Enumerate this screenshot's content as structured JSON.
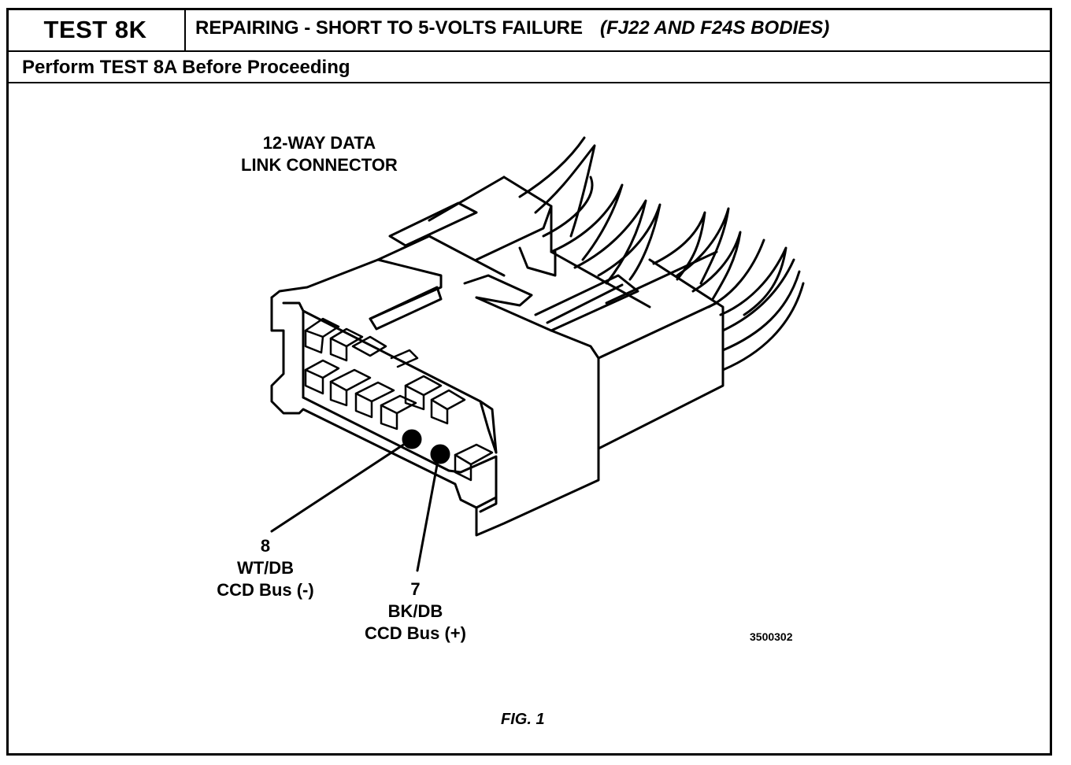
{
  "header": {
    "test_id": "TEST 8K",
    "title": "REPAIRING - SHORT TO 5-VOLTS FAILURE",
    "bodies": "(FJ22 AND F24S BODIES)",
    "prerequisite": "Perform TEST 8A Before Proceeding"
  },
  "figure": {
    "connector_label_line1": "12-WAY DATA",
    "connector_label_line2": "LINK CONNECTOR",
    "pins": [
      {
        "number": "8",
        "wire_color": "WT/DB",
        "circuit": "CCD Bus (-)"
      },
      {
        "number": "7",
        "wire_color": "BK/DB",
        "circuit": "CCD Bus (+)"
      }
    ],
    "figure_code": "3500302",
    "caption": "FIG. 1"
  },
  "colors": {
    "ink": "#000000",
    "paper": "#ffffff"
  }
}
